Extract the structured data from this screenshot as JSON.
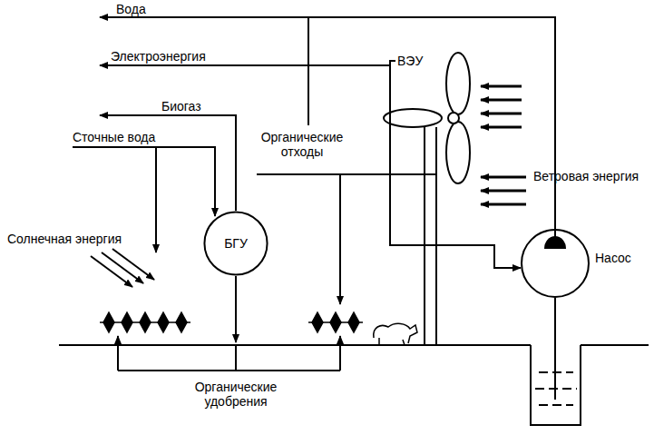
{
  "diagram": {
    "nodes": [
      {
        "text": [
          "БГУ"
        ]
      },
      {
        "text": [
          "ВЭУ"
        ]
      },
      {
        "text": [
          "Насос"
        ]
      }
    ],
    "edges": [
      {
        "from": 1,
        "to": 2,
        "arrow": "to"
      }
    ],
    "labels": [
      "Вода",
      "Электроэнергия",
      "Биогаз",
      "Сточные вода",
      "Органические отходы",
      "Солнечная энергия",
      "Ветровая энергия",
      "Органические удобрения"
    ]
  }
}
